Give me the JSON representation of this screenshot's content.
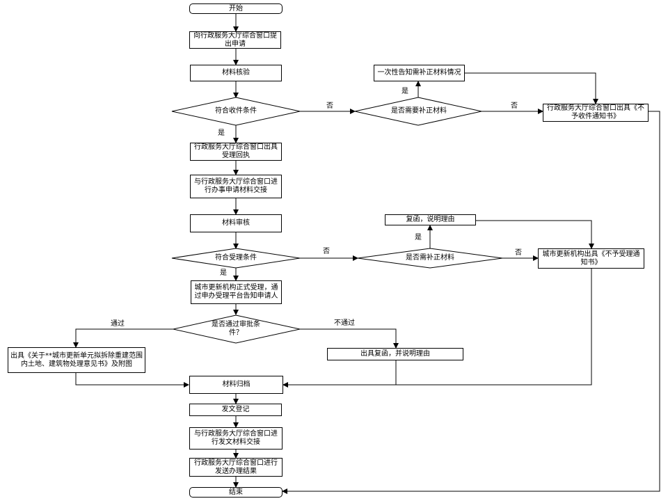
{
  "nodes": {
    "start": "开始",
    "apply": "向行政服务大厅综合窗口提出申请",
    "verify": "材料核验",
    "cond_receive": "符合收件条件",
    "need_supp1": "是否需要补正材料",
    "notify_supp": "一次性告知需补正材料情况",
    "reject_receive": "行政服务大厅综合窗口出具《不予收件通知书》",
    "receipt": "行政服务大厅综合窗口出具受理回执",
    "handover1": "与行政服务大厅综合窗口进行办事申请材料交接",
    "review": "材料审核",
    "cond_accept": "符合受理条件",
    "need_supp2": "是否需补正材料",
    "reply_reason": "复函，说明理由",
    "reject_accept": "城市更新机构出具《不予受理通知书》",
    "formal_accept": "城市更新机构正式受理，通过申办受理平台告知申请人",
    "pass_review": "是否通过审批条件？",
    "issue_opinion": "出具《关于**城市更新单元拟拆除重建范围内土地、建筑物处理意见书》及附图",
    "reply_fail": "出具复函，并说明理由",
    "archive": "材料归档",
    "dispatch": "发文登记",
    "handover2": "与行政服务大厅综合窗口进行发文材料交接",
    "send_result": "行政服务大厅综合窗口进行发送办理结果",
    "end": "结束"
  },
  "labels": {
    "yes": "是",
    "no": "否",
    "pass": "通过",
    "fail": "不通过"
  }
}
